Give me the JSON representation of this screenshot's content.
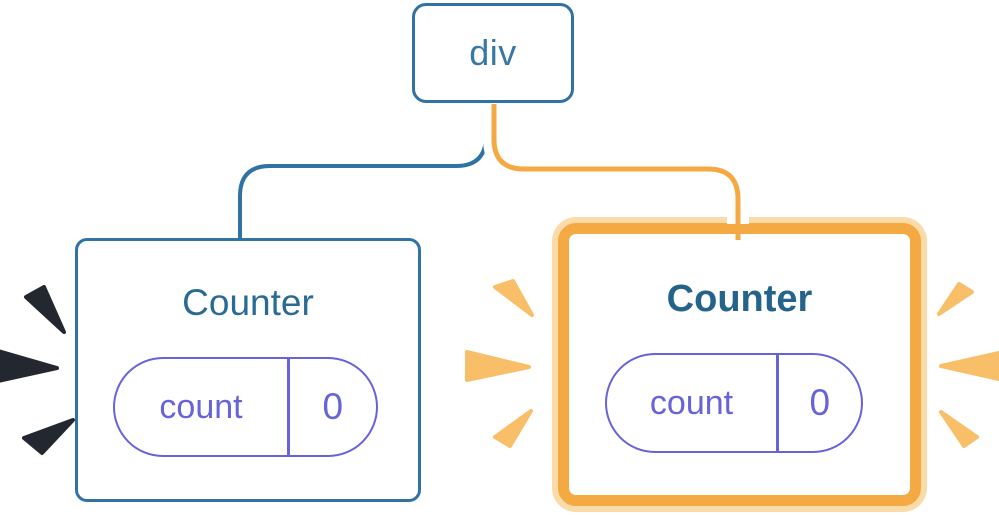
{
  "diagram": {
    "root": {
      "label": "div"
    },
    "left_counter": {
      "title": "Counter",
      "state": {
        "name": "count",
        "value": "0"
      },
      "highlighted": false
    },
    "right_counter": {
      "title": "Counter",
      "state": {
        "name": "count",
        "value": "0"
      },
      "highlighted": true
    }
  },
  "colors": {
    "node_border_blue": "#2F72A3",
    "node_text_blue": "#3779A4",
    "title_blue": "#2A6B93",
    "title_blue_bold": "#24648C",
    "state_purple": "#6763D9",
    "highlight_orange": "#F5A942",
    "highlight_orange_light": "#FBDCA8",
    "ray_orange": "#F8BF68",
    "ray_dark": "#23272F",
    "background": "#FFFFFF"
  }
}
